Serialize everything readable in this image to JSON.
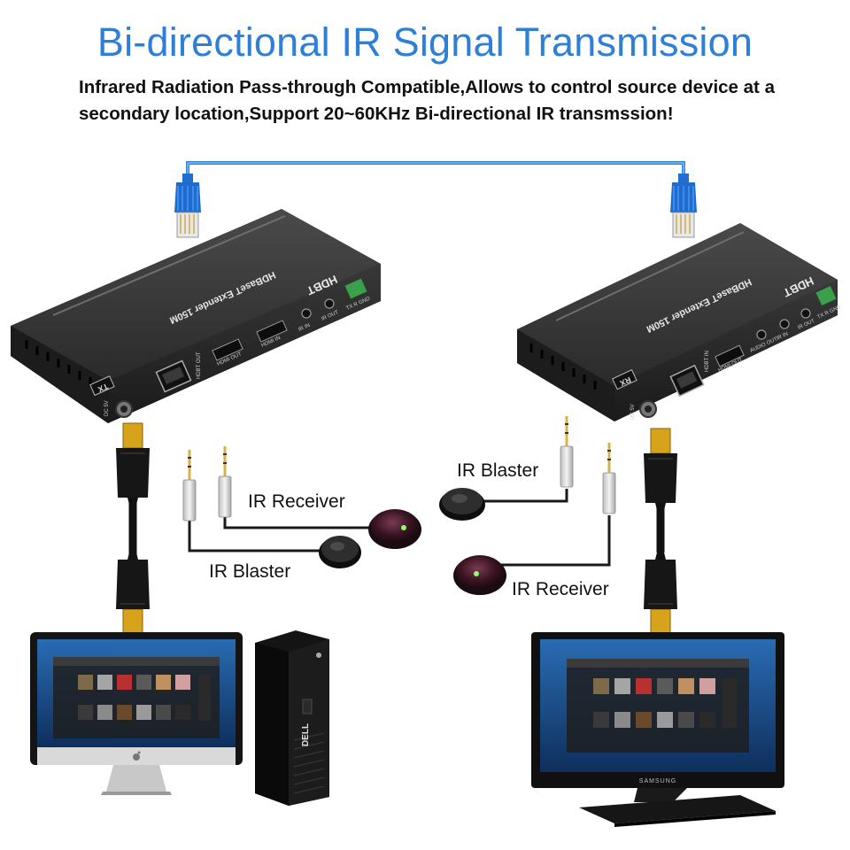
{
  "header": {
    "title": "Bi-directional IR Signal Transmission",
    "description": "Infrared Radiation Pass-through Compatible,Allows to control source device at a secondary location,Support 20~60KHz Bi-directional IR transmssion!"
  },
  "transmitter": {
    "brand": "HDBT",
    "model": "HDBaseT Extender 150M",
    "badge": "TX",
    "ports": {
      "dc": "DC 5V",
      "hdbt": "HDBT OUT",
      "hdmi_out": "HDMI OUT",
      "hdmi_in": "HDMI IN",
      "ir_in": "IR IN",
      "ir_out": "IR OUT",
      "rs232": "TX R GND"
    }
  },
  "receiver": {
    "brand": "HDBT",
    "model": "HDBaseT Extender 150M",
    "badge": "RX",
    "ports": {
      "dc": "DC 5V",
      "hdbt": "HDBT IN",
      "hdmi_out": "HDMI OUT",
      "audio": "AUDIO OUT",
      "ir_in": "IR IN",
      "ir_out": "IR OUT",
      "rs232": "TX R GND"
    }
  },
  "labels": {
    "tx_ir_receiver": "IR Receiver",
    "tx_ir_blaster": "IR Blaster",
    "rx_ir_blaster": "IR Blaster",
    "rx_ir_receiver": "IR Receiver"
  },
  "pc_brand": "DELL",
  "tv_brand": "SAMSUNG",
  "colors": {
    "title": "#2e7fd8",
    "network_cable": "#2f86d3",
    "device_body": "#2b2b2b",
    "terminal_green": "#3aa04a",
    "screen_blue": "#1d4f8f"
  },
  "icons": [
    "rj45-plug-icon",
    "hdmi-plug-icon",
    "audio-jack-icon",
    "ir-sensor-icon",
    "apple-logo-icon"
  ]
}
